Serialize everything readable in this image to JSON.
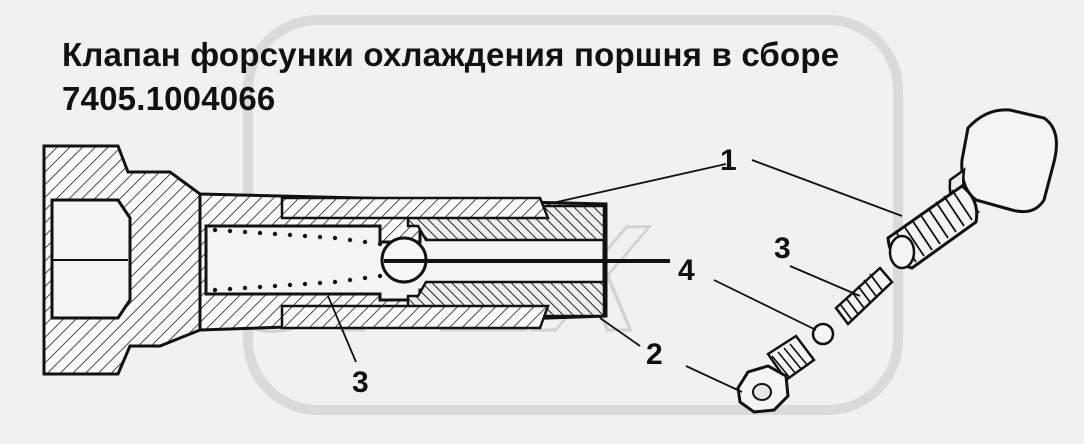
{
  "title": {
    "line1": "Клапан форсунки охлаждения поршня в сборе",
    "line2": "7405.1004066"
  },
  "watermark": {
    "text": "OPEX"
  },
  "callouts": {
    "c1": "1",
    "c2": "2",
    "c3_left": "3",
    "c3_right": "3",
    "c4": "4"
  },
  "colors": {
    "background": "#f1f1f1",
    "ink": "#111111",
    "watermark": "#d2d2d2"
  }
}
